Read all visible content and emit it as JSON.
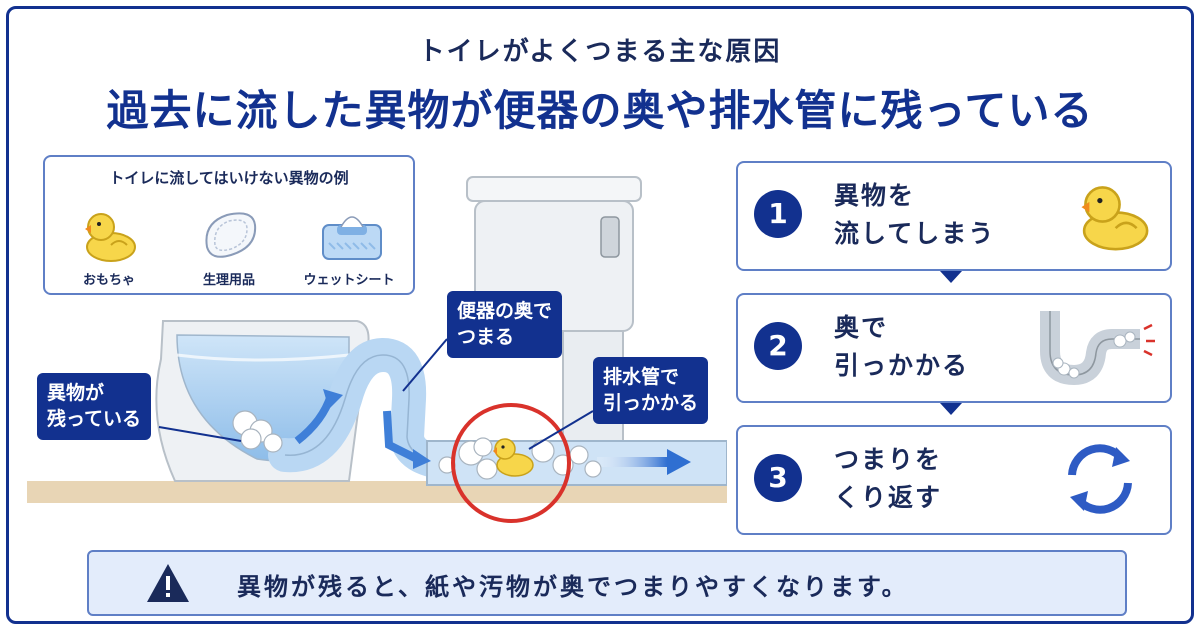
{
  "header": {
    "subtitle": "トイレがよくつまる主な原因",
    "title": "過去に流した異物が便器の奥や排水管に残っている"
  },
  "examples": {
    "title": "トイレに流してはいけない異物の例",
    "items": [
      {
        "label": "おもちゃ",
        "icon": "rubber-duck-icon"
      },
      {
        "label": "生理用品",
        "icon": "sanitary-pad-icon"
      },
      {
        "label": "ウェットシート",
        "icon": "wet-wipes-icon"
      }
    ]
  },
  "illustration": {
    "callouts": {
      "remaining": [
        "異物が",
        "残っている"
      ],
      "clog_back": [
        "便器の奥で",
        "つまる"
      ],
      "pipe_stuck": [
        "排水管で",
        "引っかかる"
      ]
    }
  },
  "steps": [
    {
      "number": "1",
      "lines": [
        "異物を",
        "流してしまう"
      ],
      "icon": "rubber-duck-icon"
    },
    {
      "number": "2",
      "lines": [
        "奥で",
        "引っかかる"
      ],
      "icon": "drain-pipe-icon"
    },
    {
      "number": "3",
      "lines": [
        "つまりを",
        "くり返す"
      ],
      "icon": "cycle-arrows-icon"
    }
  ],
  "warning": {
    "icon": "warning-icon",
    "text": "異物が残ると、紙や汚物が奥でつまりやすくなります。"
  },
  "colors": {
    "navy": "#12318f",
    "border": "#5f7fc6",
    "water": "#a9cdf0",
    "alert_red": "#d9322b",
    "duck_yellow": "#f7d64a"
  }
}
